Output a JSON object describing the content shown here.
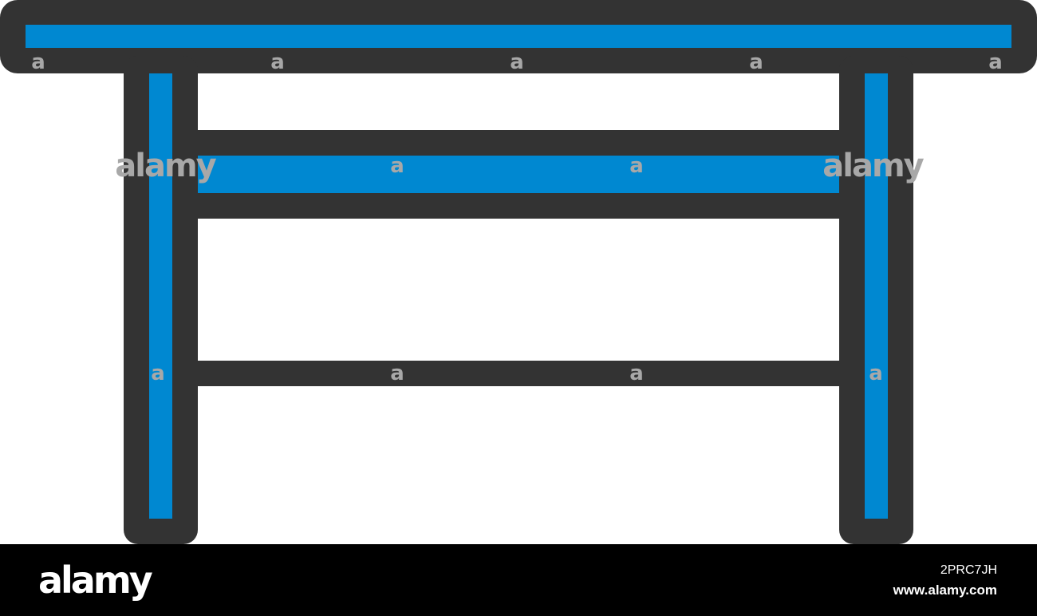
{
  "colors": {
    "outline": "#333333",
    "fill": "#0088d1",
    "background": "#ffffff",
    "footer_background": "#000000",
    "footer_text": "#ffffff",
    "watermark": "#a8a8a8"
  },
  "illustration": {
    "subject": "table-icon"
  },
  "watermark": {
    "glyph": "a",
    "word": "alamy"
  },
  "footer": {
    "brand": "alamy",
    "image_id": "2PRC7JH",
    "url": "www.alamy.com"
  }
}
